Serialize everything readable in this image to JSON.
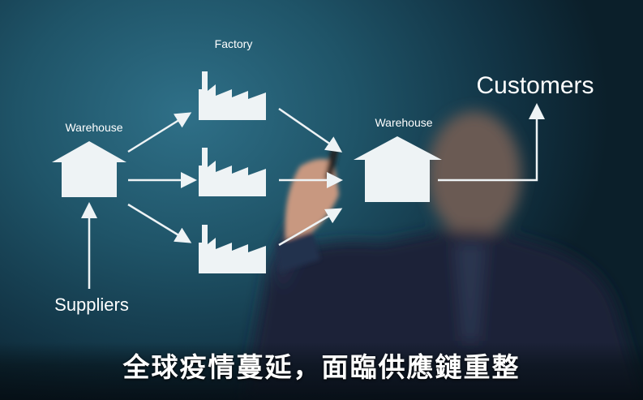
{
  "diagram": {
    "factory_label": "Factory",
    "warehouse_left_label": "Warehouse",
    "warehouse_right_label": "Warehouse",
    "customers_label": "Customers",
    "suppliers_label": "Suppliers"
  },
  "caption": "全球疫情蔓延，面臨供應鏈重整",
  "colors": {
    "background": "#1f5468",
    "diagram": "#eef3f5",
    "suit": "#1a2236"
  }
}
